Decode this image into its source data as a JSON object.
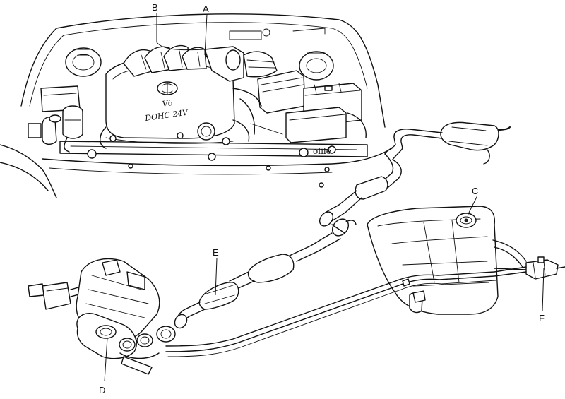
{
  "labels": {
    "a": "A",
    "b": "B",
    "c": "C",
    "d": "D",
    "e": "E",
    "f": "F"
  },
  "engine_cover": {
    "badge": "V6",
    "spec": "DOHC 24V"
  },
  "coolant_cap_text": "olilê"
}
